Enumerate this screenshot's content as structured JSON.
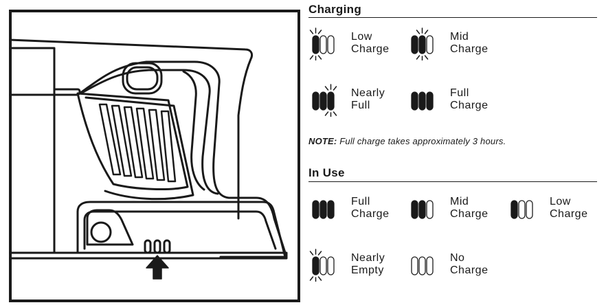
{
  "charging": {
    "title": "Charging",
    "items": [
      {
        "line1": "Low",
        "line2": "Charge",
        "levels": [
          "flash",
          "off",
          "off"
        ]
      },
      {
        "line1": "Mid",
        "line2": "Charge",
        "levels": [
          "on",
          "flash",
          "off"
        ]
      },
      {
        "line1": "Nearly",
        "line2": "Full",
        "levels": [
          "on",
          "on",
          "flash"
        ]
      },
      {
        "line1": "Full",
        "line2": "Charge",
        "levels": [
          "on",
          "on",
          "on"
        ]
      }
    ]
  },
  "note": {
    "label": "NOTE:",
    "text": "Full charge takes approximately 3 hours."
  },
  "in_use": {
    "title": "In Use",
    "items": [
      {
        "line1": "Full",
        "line2": "Charge",
        "levels": [
          "on",
          "on",
          "on"
        ]
      },
      {
        "line1": "Mid",
        "line2": "Charge",
        "levels": [
          "on",
          "on",
          "off"
        ]
      },
      {
        "line1": "Low",
        "line2": "Charge",
        "levels": [
          "on",
          "off",
          "off"
        ]
      },
      {
        "line1": "Nearly",
        "line2": "Empty",
        "levels": [
          "flash",
          "off",
          "off"
        ]
      },
      {
        "line1": "No",
        "line2": "Charge",
        "levels": [
          "off",
          "off",
          "off"
        ]
      }
    ]
  },
  "colors": {
    "ink": "#1a1a1a",
    "background": "#ffffff"
  }
}
